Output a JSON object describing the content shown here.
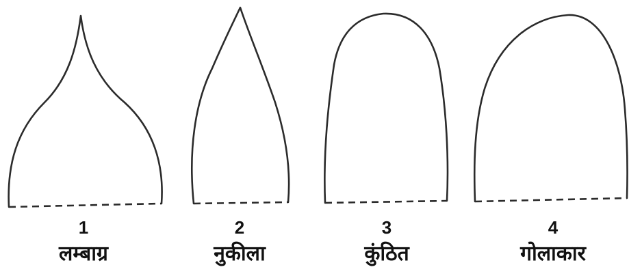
{
  "diagram": {
    "shapes": [
      {
        "number": "1",
        "label": "लम्बाग्र",
        "shape_type": "acuminate"
      },
      {
        "number": "2",
        "label": "नुकीला",
        "shape_type": "acute"
      },
      {
        "number": "3",
        "label": "कुंठित",
        "shape_type": "obtuse"
      },
      {
        "number": "4",
        "label": "गोलाकार",
        "shape_type": "rounded"
      }
    ],
    "colors": {
      "line": "#2b2b2b",
      "text": "#111111",
      "background": "#ffffff"
    }
  }
}
